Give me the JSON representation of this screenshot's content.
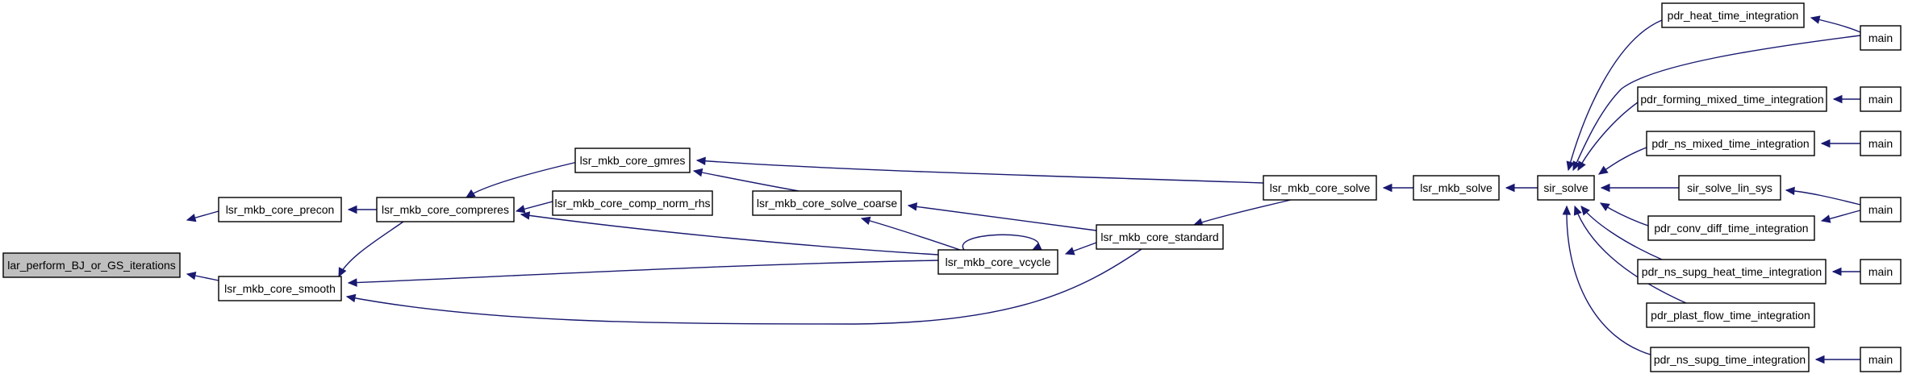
{
  "graph": {
    "type": "caller-graph",
    "root": "lar_perform_BJ_or_GS_iterations",
    "nodes": [
      {
        "id": "root",
        "label": "lar_perform_BJ_or_GS_iterations"
      },
      {
        "id": "precon",
        "label": "lsr_mkb_core_precon"
      },
      {
        "id": "smooth",
        "label": "lsr_mkb_core_smooth"
      },
      {
        "id": "compreres",
        "label": "lsr_mkb_core_compreres"
      },
      {
        "id": "gmres",
        "label": "lsr_mkb_core_gmres"
      },
      {
        "id": "comp_norm_rhs",
        "label": "lsr_mkb_core_comp_norm_rhs"
      },
      {
        "id": "solve_coarse",
        "label": "lsr_mkb_core_solve_coarse"
      },
      {
        "id": "vcycle",
        "label": "lsr_mkb_core_vcycle"
      },
      {
        "id": "standard",
        "label": "lsr_mkb_core_standard"
      },
      {
        "id": "core_solve",
        "label": "lsr_mkb_core_solve"
      },
      {
        "id": "mkb_solve",
        "label": "lsr_mkb_solve"
      },
      {
        "id": "sir_solve",
        "label": "sir_solve"
      },
      {
        "id": "heat",
        "label": "pdr_heat_time_integration"
      },
      {
        "id": "main1",
        "label": "main"
      },
      {
        "id": "forming",
        "label": "pdr_forming_mixed_time_integration"
      },
      {
        "id": "main2",
        "label": "main"
      },
      {
        "id": "ns_mixed",
        "label": "pdr_ns_mixed_time_integration"
      },
      {
        "id": "main3",
        "label": "main"
      },
      {
        "id": "lin_sys",
        "label": "sir_solve_lin_sys"
      },
      {
        "id": "main4",
        "label": "main"
      },
      {
        "id": "conv_diff",
        "label": "pdr_conv_diff_time_integration"
      },
      {
        "id": "supg_heat",
        "label": "pdr_ns_supg_heat_time_integration"
      },
      {
        "id": "main5",
        "label": "main"
      },
      {
        "id": "plast",
        "label": "pdr_plast_flow_time_integration"
      },
      {
        "id": "supg",
        "label": "pdr_ns_supg_time_integration"
      },
      {
        "id": "main6",
        "label": "main"
      }
    ],
    "edges": [
      {
        "from": "precon",
        "to": "root"
      },
      {
        "from": "smooth",
        "to": "root"
      },
      {
        "from": "compreres",
        "to": "precon"
      },
      {
        "from": "compreres",
        "to": "smooth"
      },
      {
        "from": "vcycle",
        "to": "smooth"
      },
      {
        "from": "standard",
        "to": "smooth"
      },
      {
        "from": "gmres",
        "to": "compreres"
      },
      {
        "from": "comp_norm_rhs",
        "to": "compreres"
      },
      {
        "from": "vcycle",
        "to": "compreres"
      },
      {
        "from": "core_solve",
        "to": "gmres"
      },
      {
        "from": "solve_coarse",
        "to": "gmres"
      },
      {
        "from": "vcycle",
        "to": "solve_coarse"
      },
      {
        "from": "standard",
        "to": "solve_coarse"
      },
      {
        "from": "vcycle",
        "to": "vcycle"
      },
      {
        "from": "standard",
        "to": "vcycle"
      },
      {
        "from": "core_solve",
        "to": "standard"
      },
      {
        "from": "mkb_solve",
        "to": "core_solve"
      },
      {
        "from": "sir_solve",
        "to": "mkb_solve"
      },
      {
        "from": "heat",
        "to": "sir_solve"
      },
      {
        "from": "main1",
        "to": "sir_solve"
      },
      {
        "from": "forming",
        "to": "sir_solve"
      },
      {
        "from": "ns_mixed",
        "to": "sir_solve"
      },
      {
        "from": "lin_sys",
        "to": "sir_solve"
      },
      {
        "from": "conv_diff",
        "to": "sir_solve"
      },
      {
        "from": "supg_heat",
        "to": "sir_solve"
      },
      {
        "from": "plast",
        "to": "sir_solve"
      },
      {
        "from": "supg",
        "to": "sir_solve"
      },
      {
        "from": "main1",
        "to": "heat"
      },
      {
        "from": "main2",
        "to": "forming"
      },
      {
        "from": "main3",
        "to": "ns_mixed"
      },
      {
        "from": "main4",
        "to": "lin_sys"
      },
      {
        "from": "main4",
        "to": "conv_diff"
      },
      {
        "from": "main5",
        "to": "supg_heat"
      },
      {
        "from": "main6",
        "to": "supg"
      }
    ],
    "colors": {
      "edge": "#191970",
      "root_fill": "#bfbfbf",
      "node_fill": "#ffffff",
      "border": "#000000"
    }
  }
}
